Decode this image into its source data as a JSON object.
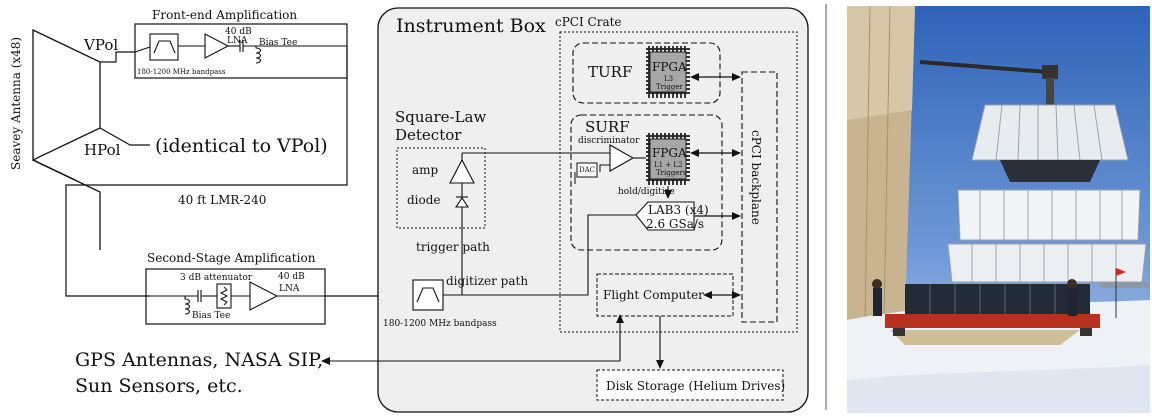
{
  "antenna": {
    "label": "Seavey Antenna (x48)",
    "vpol": "VPol",
    "hpol": "HPol",
    "hpol_note": "(identical to VPol)"
  },
  "front_end": {
    "title": "Front-end Amplification",
    "lna_gain": "40 dB",
    "lna": "LNA",
    "bias_tee": "Bias Tee",
    "bandpass": "180-1200 MHz bandpass"
  },
  "cable": {
    "label": "40 ft LMR-240"
  },
  "second_stage": {
    "title": "Second-Stage Amplification",
    "attenuator": "3 dB attenuator",
    "lna_gain": "40 dB",
    "lna": "LNA",
    "bias_tee": "Bias Tee"
  },
  "instrument_box": {
    "title": "Instrument Box",
    "bandpass": "180-1200 MHz bandpass",
    "digitizer_path": "digitizer path",
    "trigger_path": "trigger path"
  },
  "detector": {
    "title_line1": "Square-Law",
    "title_line2": "Detector",
    "amp": "amp",
    "diode": "diode"
  },
  "crate": {
    "title": "cPCI Crate",
    "backplane": "cPCI backplane"
  },
  "turf": {
    "label": "TURF",
    "fpga": "FPGA",
    "fpga_sub": "L3",
    "fpga_sub2": "Trigger"
  },
  "surf": {
    "label": "SURF",
    "discriminator": "discriminator",
    "dac": "DAC",
    "fpga": "FPGA",
    "fpga_sub": "L1 + L2",
    "fpga_sub2": "Triggers",
    "hold": "hold/digitize",
    "lab_line1": "LAB3 (x4)",
    "lab_line2": "2.6 GSa/s"
  },
  "flight_computer": {
    "label": "Flight Computer"
  },
  "disk": {
    "label": "Disk Storage (Helium Drives)"
  },
  "external": {
    "line1": "GPS Antennas, NASA SIP,",
    "line2": "Sun Sensors, etc."
  },
  "photo": {
    "caption": ""
  }
}
